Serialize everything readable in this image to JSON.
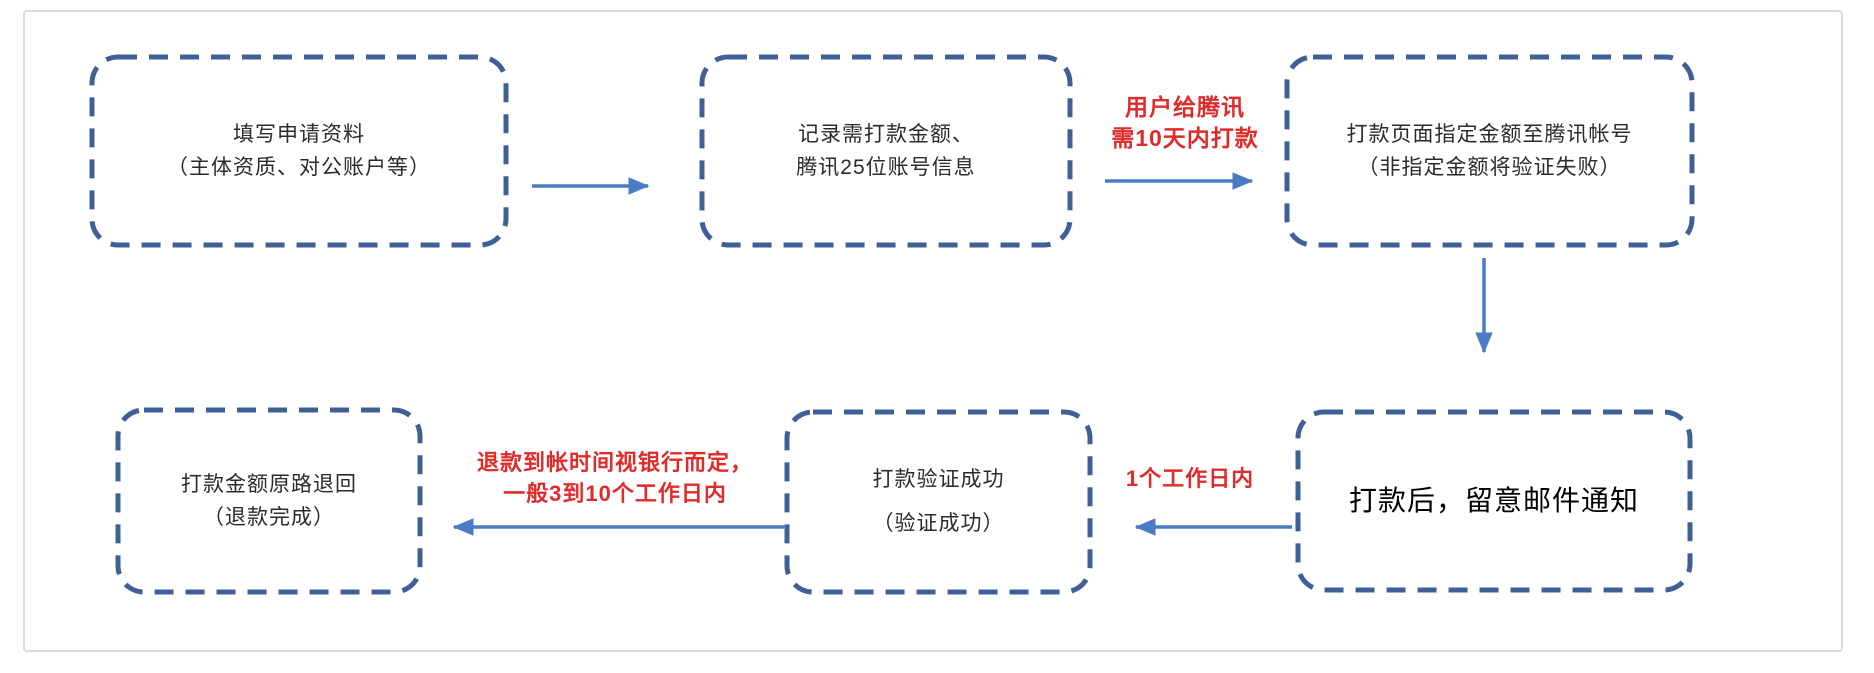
{
  "colors": {
    "background": "#ffffff",
    "canvas_border": "#dadad8",
    "box_border": "#3e6096",
    "arrow": "#4a7bc4",
    "label_red": "#e02b2b",
    "box_text": "#2b2b2b",
    "big_text": "#000000"
  },
  "boxes": [
    {
      "id": "fill-application",
      "lines": [
        "填写申请资料",
        "（主体资质、对公账户等）"
      ]
    },
    {
      "id": "record-amount",
      "lines": [
        "记录需打款金额、",
        "腾讯25位账号信息"
      ]
    },
    {
      "id": "transfer-page",
      "lines": [
        "打款页面指定金额至腾讯帐号",
        "（非指定金额将验证失败）"
      ]
    },
    {
      "id": "watch-email",
      "lines": [
        "打款后，留意邮件通知"
      ]
    },
    {
      "id": "verify-success",
      "lines": [
        "打款验证成功",
        "（验证成功）"
      ]
    },
    {
      "id": "refund-complete",
      "lines": [
        "打款金额原路退回",
        "（退款完成）"
      ]
    }
  ],
  "edge_labels": [
    {
      "id": "transfer-deadline",
      "lines": [
        "用户给腾讯",
        "需10天内打款"
      ]
    },
    {
      "id": "one-workday",
      "lines": [
        "1个工作日内"
      ]
    },
    {
      "id": "refund-time",
      "lines": [
        "退款到帐时间视银行而定，",
        "一般3到10个工作日内"
      ]
    }
  ]
}
